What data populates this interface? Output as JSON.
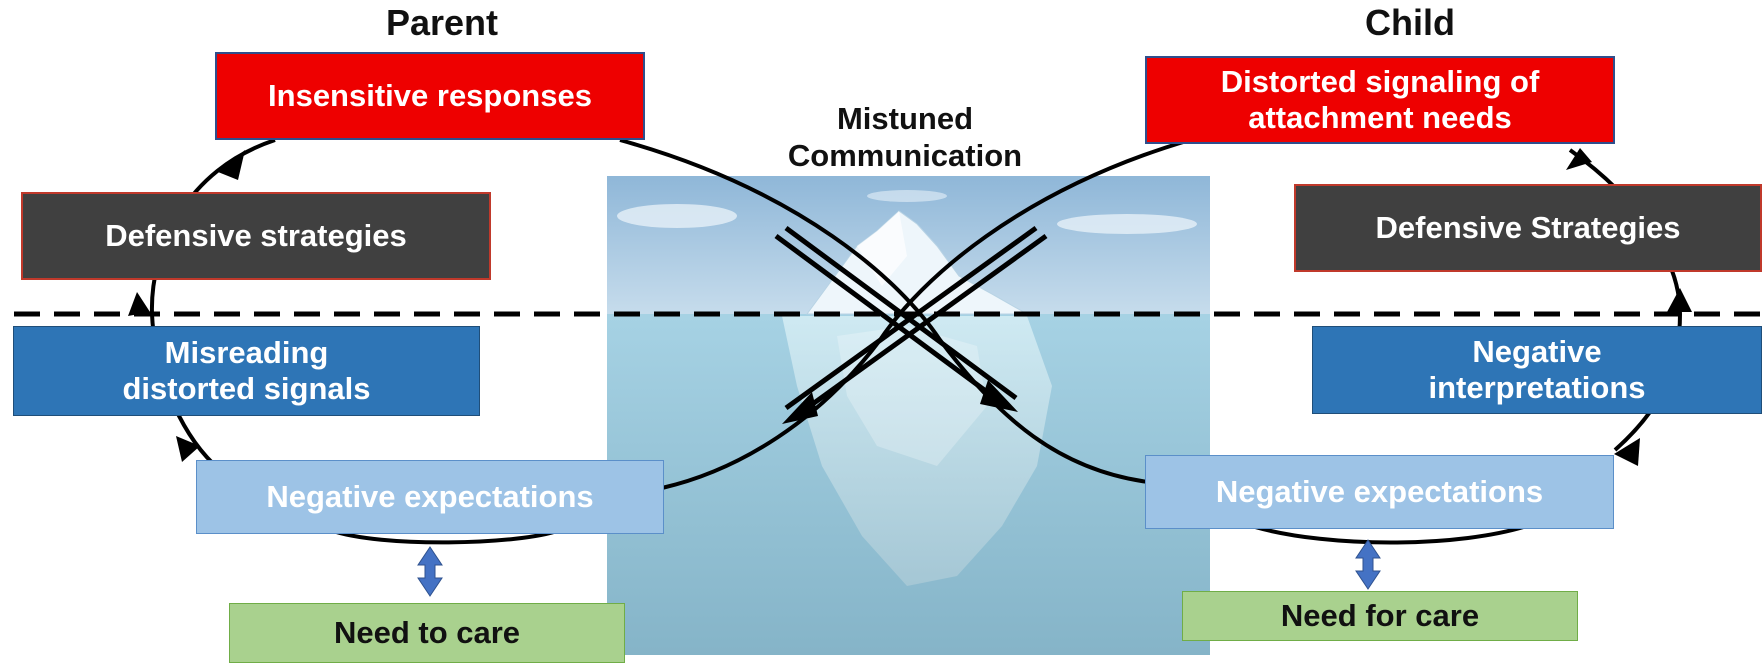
{
  "titles": {
    "parent": "Parent",
    "child": "Child"
  },
  "center": {
    "line1": "Mistuned",
    "line2": "Communication"
  },
  "parent": {
    "insensitive": "Insensitive responses",
    "defensive": "Defensive strategies",
    "misreading_l1": "Misreading",
    "misreading_l2": "distorted signals",
    "expectations": "Negative expectations",
    "need": "Need to care"
  },
  "child": {
    "distorted_l1": "Distorted signaling of",
    "distorted_l2": "attachment needs",
    "defensive": "Defensive Strategies",
    "interp_l1": "Negative",
    "interp_l2": "interpretations",
    "expectations": "Negative expectations",
    "need": "Need for care"
  },
  "colors": {
    "red": "#ee0000",
    "dark": "#404040",
    "blue": "#2e75b6",
    "lightblue": "#9dc3e6",
    "green": "#a9d18e",
    "updown_arrow": "#4472c4"
  },
  "icons": [
    "iceberg-image",
    "up-down-arrow-icon",
    "cycle-arrow-icon",
    "crossed-arrows-icon"
  ]
}
